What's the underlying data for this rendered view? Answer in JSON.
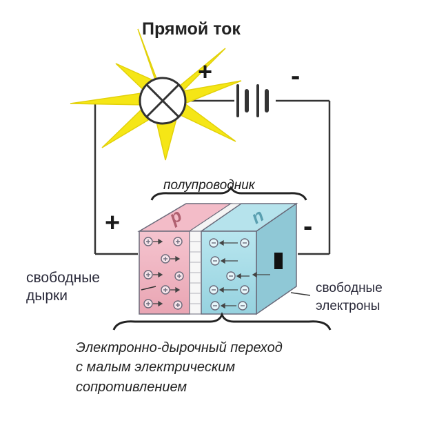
{
  "title": "Прямой ток",
  "battery": {
    "plus": "+",
    "minus": "-"
  },
  "semiconductor": {
    "label": "полупроводник",
    "plus": "+",
    "minus": "-",
    "p_letter": "p",
    "n_letter": "n"
  },
  "holes_label": [
    "свободные",
    "дырки"
  ],
  "electrons_label": [
    "свободные",
    "электроны"
  ],
  "junction_label": [
    "Электронно-дырочный переход",
    "с малым электрическим",
    "сопротивлением"
  ],
  "colors": {
    "lamp_glow": "#f5e616",
    "p_region": "#f2b8c4",
    "n_region": "#a9dde8",
    "wire": "#333333"
  }
}
